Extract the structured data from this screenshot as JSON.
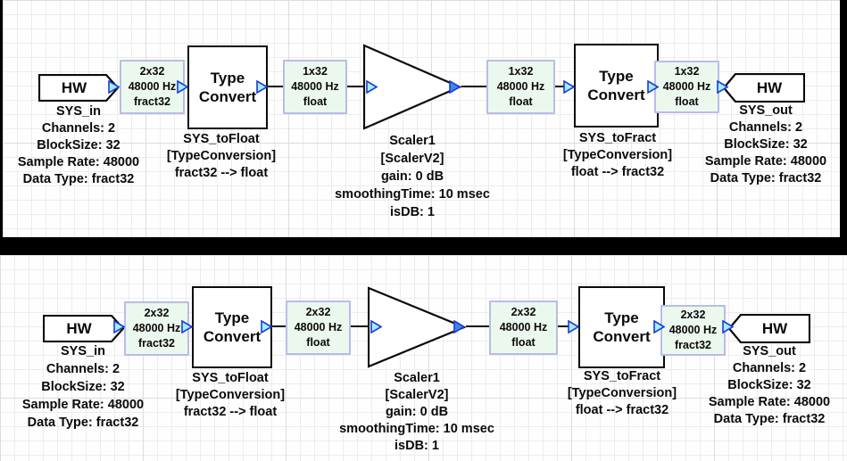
{
  "colors": {
    "frame": "#000000",
    "canvas": "#fefefe",
    "grid_minor": "#ececec",
    "grid_major": "#dcdce2",
    "block_fill": "#ffffff",
    "block_border": "#0a0a0a",
    "wire": "#0a0a0a",
    "wire_label_bg": "#ebf8ee",
    "wire_label_border": "#b9bce6",
    "pin_fill": "#a6ebfa",
    "pin_fill_dark": "#3f86e8",
    "pin_stroke": "#1c3ed2",
    "text": "#0a0a0a"
  },
  "panels": [
    {
      "id": "top",
      "hw_in": {
        "label": "HW",
        "annotations": [
          "SYS_in",
          "Channels: 2",
          "BlockSize: 32",
          "Sample Rate: 48000",
          "Data Type: fract32"
        ]
      },
      "wire1": [
        "2x32",
        "48000 Hz",
        "fract32"
      ],
      "conv1": {
        "line1": "Type",
        "line2": "Convert",
        "annotations": [
          "SYS_toFloat",
          "[TypeConversion]",
          "fract32 --> float"
        ]
      },
      "wire2": [
        "1x32",
        "48000 Hz",
        "float"
      ],
      "scaler": {
        "annotations": [
          "Scaler1",
          "[ScalerV2]",
          "gain: 0 dB",
          "smoothingTime: 10 msec",
          "isDB: 1"
        ]
      },
      "wire3": [
        "1x32",
        "48000 Hz",
        "float"
      ],
      "conv2": {
        "line1": "Type",
        "line2": "Convert",
        "annotations": [
          "SYS_toFract",
          "[TypeConversion]",
          "float --> fract32"
        ]
      },
      "wire4": [
        "1x32",
        "48000 Hz",
        "float"
      ],
      "hw_out": {
        "label": "HW",
        "annotations": [
          "SYS_out",
          "Channels: 2",
          "BlockSize: 32",
          "Sample Rate: 48000",
          "Data Type: fract32"
        ]
      }
    },
    {
      "id": "bottom",
      "hw_in": {
        "label": "HW",
        "annotations": [
          "SYS_in",
          "Channels: 2",
          "BlockSize: 32",
          "Sample Rate: 48000",
          "Data Type: fract32"
        ]
      },
      "wire1": [
        "2x32",
        "48000 Hz",
        "fract32"
      ],
      "conv1": {
        "line1": "Type",
        "line2": "Convert",
        "annotations": [
          "SYS_toFloat",
          "[TypeConversion]",
          "fract32 --> float"
        ]
      },
      "wire2": [
        "2x32",
        "48000 Hz",
        "float"
      ],
      "scaler": {
        "annotations": [
          "Scaler1",
          "[ScalerV2]",
          "gain: 0 dB",
          "smoothingTime: 10 msec",
          "isDB: 1"
        ]
      },
      "wire3": [
        "2x32",
        "48000 Hz",
        "float"
      ],
      "conv2": {
        "line1": "Type",
        "line2": "Convert",
        "annotations": [
          "SYS_toFract",
          "[TypeConversion]",
          "float --> fract32"
        ]
      },
      "wire4": [
        "2x32",
        "48000 Hz",
        "fract32"
      ],
      "hw_out": {
        "label": "HW",
        "annotations": [
          "SYS_out",
          "Channels: 2",
          "BlockSize: 32",
          "Sample Rate: 48000",
          "Data Type: fract32"
        ]
      }
    }
  ]
}
